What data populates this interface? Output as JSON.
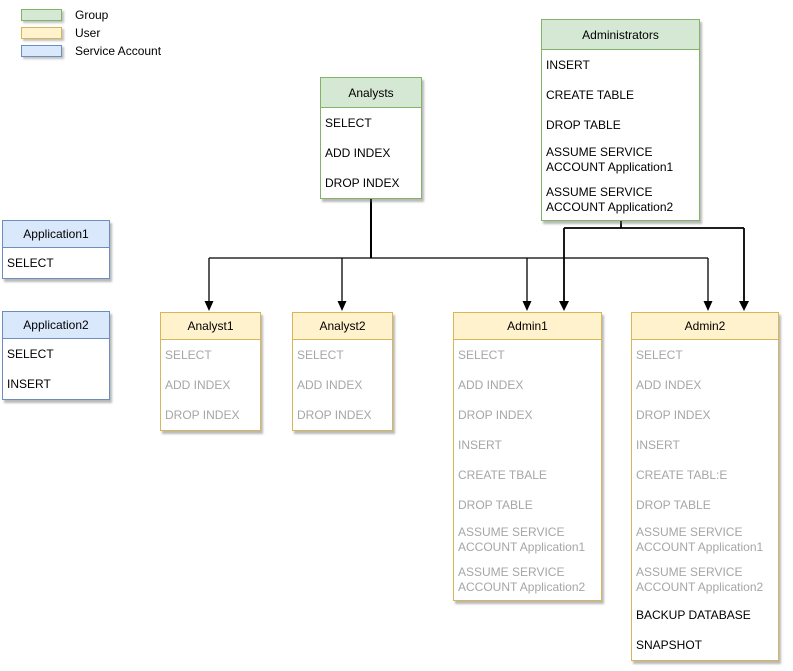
{
  "palette": {
    "group_fill": "#d5e8d4",
    "group_stroke": "#82b366",
    "user_fill": "#fff2cc",
    "user_stroke": "#d6b656",
    "service_fill": "#dae8fc",
    "service_stroke": "#6c8ebf",
    "muted_text": "#a6a6a6",
    "line": "#000000"
  },
  "legend": {
    "items": [
      {
        "label": "Group",
        "type": "group"
      },
      {
        "label": "User",
        "type": "user"
      },
      {
        "label": "Service Account",
        "type": "service"
      }
    ]
  },
  "nodes": {
    "analysts": {
      "title": "Analysts",
      "type": "group",
      "items": [
        {
          "label": "SELECT"
        },
        {
          "label": "ADD INDEX"
        },
        {
          "label": "DROP INDEX"
        }
      ]
    },
    "administrators": {
      "title": "Administrators",
      "type": "group",
      "items": [
        {
          "label": "INSERT"
        },
        {
          "label": "CREATE TABLE"
        },
        {
          "label": "DROP TABLE"
        },
        {
          "label": "ASSUME SERVICE ACCOUNT Application1"
        },
        {
          "label": "ASSUME SERVICE ACCOUNT Application2"
        }
      ]
    },
    "application1": {
      "title": "Application1",
      "type": "service",
      "items": [
        {
          "label": "SELECT"
        }
      ]
    },
    "application2": {
      "title": "Application2",
      "type": "service",
      "items": [
        {
          "label": "SELECT"
        },
        {
          "label": "INSERT"
        }
      ]
    },
    "analyst1": {
      "title": "Analyst1",
      "type": "user",
      "items": [
        {
          "label": "SELECT",
          "muted": true
        },
        {
          "label": "ADD INDEX",
          "muted": true
        },
        {
          "label": "DROP INDEX",
          "muted": true
        }
      ]
    },
    "analyst2": {
      "title": "Analyst2",
      "type": "user",
      "items": [
        {
          "label": "SELECT",
          "muted": true
        },
        {
          "label": "ADD INDEX",
          "muted": true
        },
        {
          "label": "DROP INDEX",
          "muted": true
        }
      ]
    },
    "admin1": {
      "title": "Admin1",
      "type": "user",
      "items": [
        {
          "label": "SELECT",
          "muted": true
        },
        {
          "label": "ADD INDEX",
          "muted": true
        },
        {
          "label": "DROP INDEX",
          "muted": true
        },
        {
          "label": "INSERT",
          "muted": true
        },
        {
          "label": "CREATE TBALE",
          "muted": true
        },
        {
          "label": "DROP TABLE",
          "muted": true
        },
        {
          "label": "ASSUME SERVICE ACCOUNT Application1",
          "muted": true
        },
        {
          "label": "ASSUME SERVICE ACCOUNT Application2",
          "muted": true
        }
      ]
    },
    "admin2": {
      "title": "Admin2",
      "type": "user",
      "items": [
        {
          "label": "SELECT",
          "muted": true
        },
        {
          "label": "ADD INDEX",
          "muted": true
        },
        {
          "label": "DROP INDEX",
          "muted": true
        },
        {
          "label": "INSERT",
          "muted": true
        },
        {
          "label": "CREATE TABL:E",
          "muted": true
        },
        {
          "label": "DROP TABLE",
          "muted": true
        },
        {
          "label": "ASSUME SERVICE ACCOUNT Application1",
          "muted": true
        },
        {
          "label": "ASSUME SERVICE ACCOUNT Application2",
          "muted": true
        },
        {
          "label": "BACKUP DATABASE"
        },
        {
          "label": "SNAPSHOT"
        }
      ]
    }
  },
  "edges": [
    {
      "from": "Analysts",
      "to": "Analyst1"
    },
    {
      "from": "Analysts",
      "to": "Analyst2"
    },
    {
      "from": "Analysts",
      "to": "Admin1"
    },
    {
      "from": "Analysts",
      "to": "Admin2"
    },
    {
      "from": "Administrators",
      "to": "Admin1"
    },
    {
      "from": "Administrators",
      "to": "Admin2"
    }
  ]
}
